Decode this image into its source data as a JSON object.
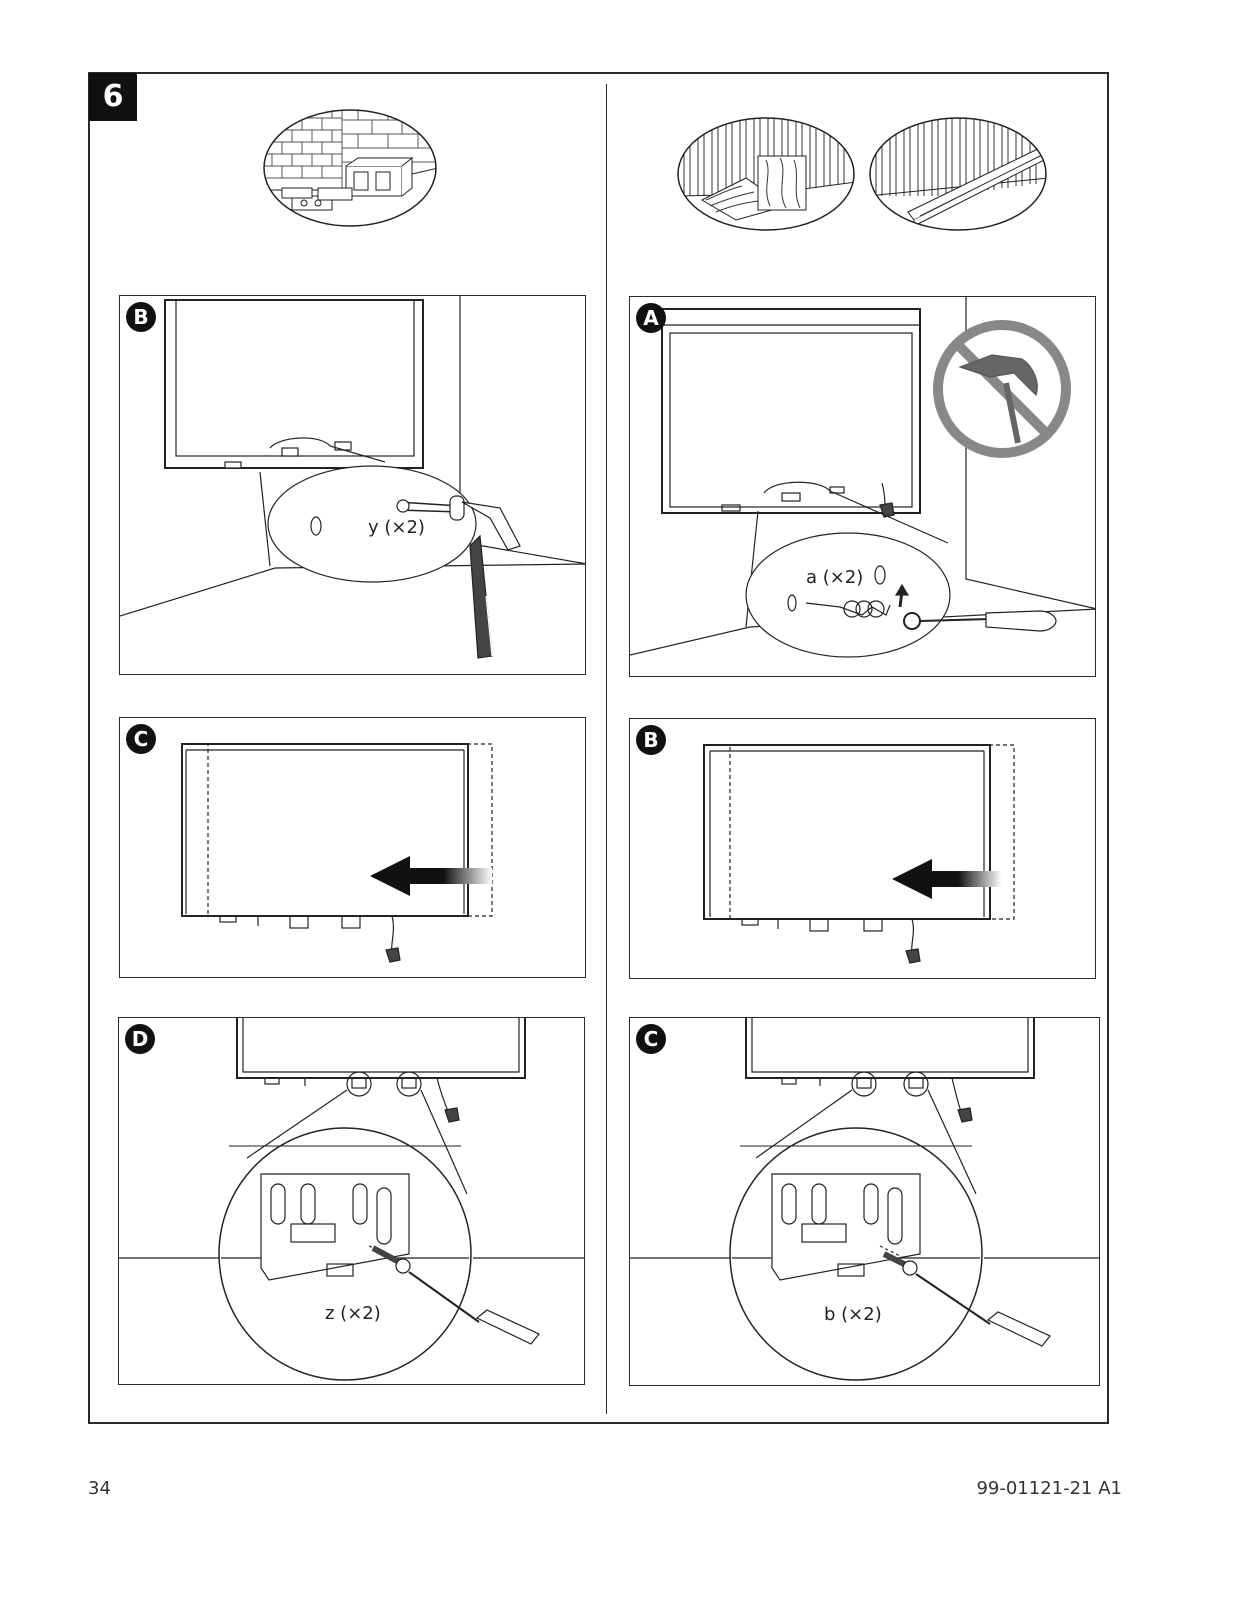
{
  "step": "6",
  "left": {
    "panels": [
      {
        "letter": "B",
        "qty": "y (×2)"
      },
      {
        "letter": "C"
      },
      {
        "letter": "D",
        "qty": "z (×2)"
      }
    ]
  },
  "right": {
    "panels": [
      {
        "letter": "A",
        "qty": "a (×2)"
      },
      {
        "letter": "B"
      },
      {
        "letter": "C",
        "qty": "b (×2)"
      }
    ]
  },
  "icons": {
    "left_wall_type": "brick-concrete-wall-icon",
    "right_wall_types": [
      "wood-stud-wall-icon",
      "metal-stud-wall-icon"
    ],
    "prohibited": "no-hammer-icon"
  },
  "footer": {
    "page_number": "34",
    "doc_code": "99-01121-21 A1"
  }
}
